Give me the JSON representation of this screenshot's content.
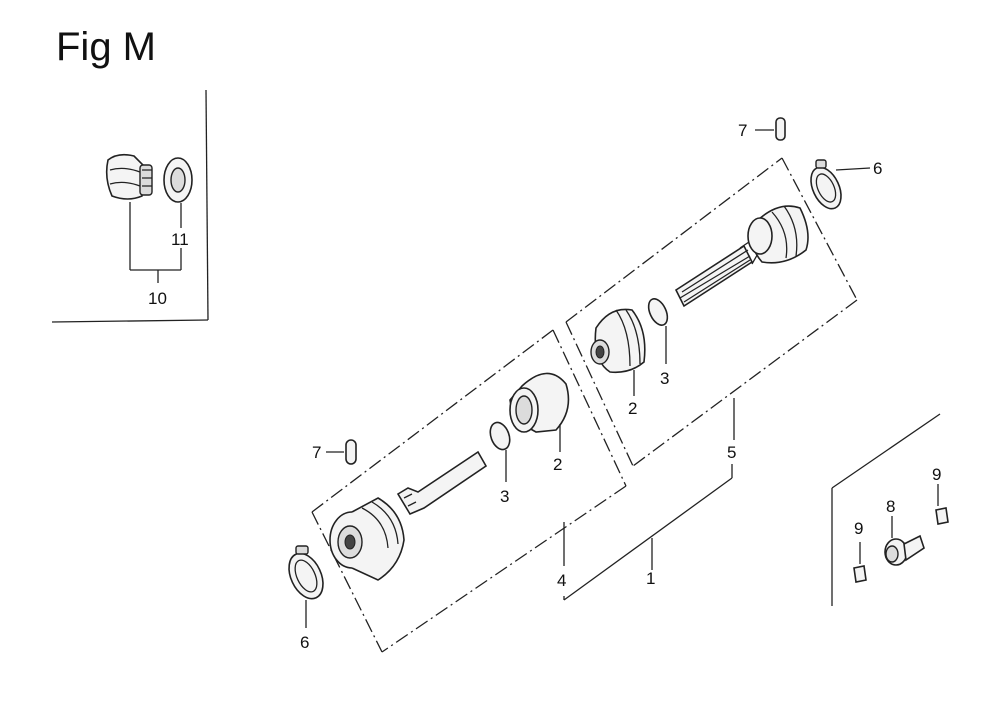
{
  "figure": {
    "title": "Fig M"
  },
  "callouts": {
    "c1": "1",
    "c2a": "2",
    "c2b": "2",
    "c3a": "3",
    "c3b": "3",
    "c4": "4",
    "c5": "5",
    "c6a": "6",
    "c6b": "6",
    "c7a": "7",
    "c7b": "7",
    "c8": "8",
    "c9a": "9",
    "c9b": "9",
    "c10": "10",
    "c11": "11"
  }
}
